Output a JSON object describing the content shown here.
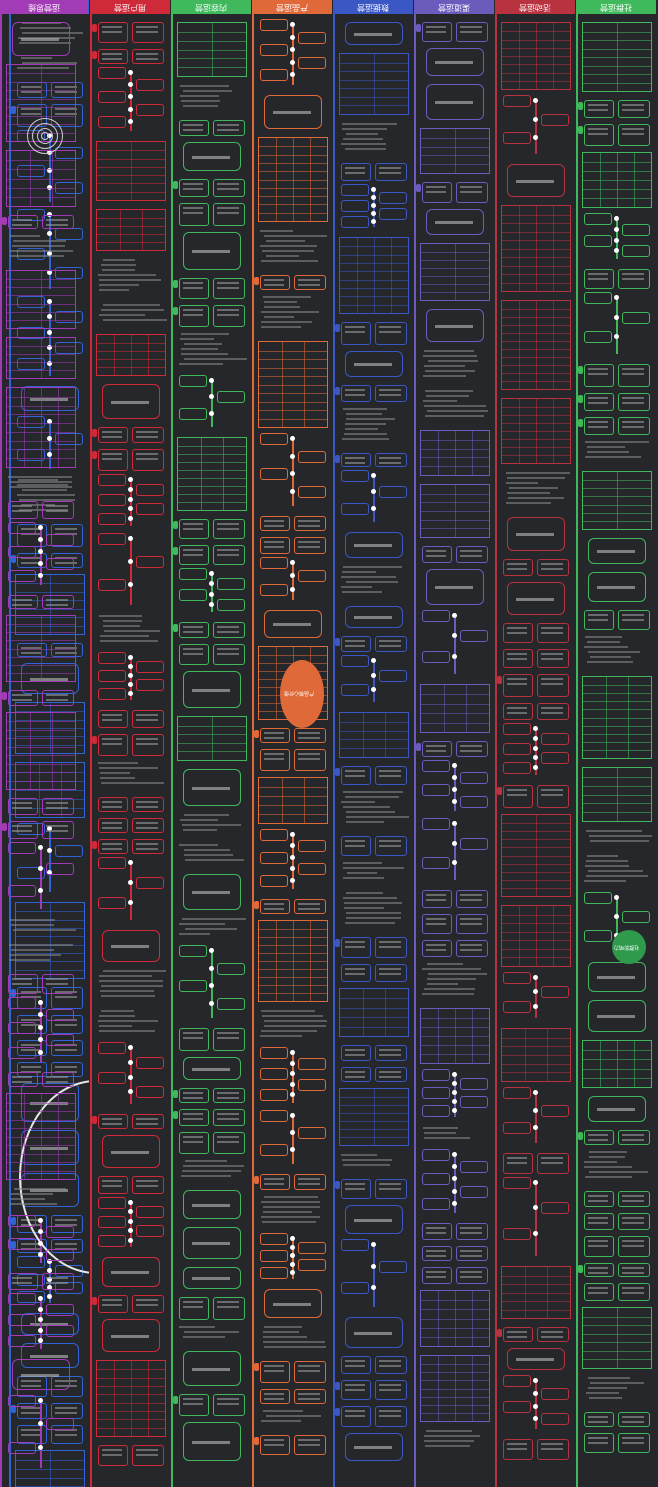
{
  "columns": [
    {
      "id": "c1",
      "title": "社群运营",
      "color": "#3fb95c"
    },
    {
      "id": "c2",
      "title": "活动运营",
      "color": "#b8323f"
    },
    {
      "id": "c3",
      "title": "渠道运营",
      "color": "#6a5bbd"
    },
    {
      "id": "c4",
      "title": "数据运营",
      "color": "#3b57c4"
    },
    {
      "id": "c5",
      "title": "产品运营",
      "color": "#e0693a"
    },
    {
      "id": "c6",
      "title": "内容运营",
      "color": "#3fb95c"
    },
    {
      "id": "c7",
      "title": "用户运营",
      "color": "#cf2a3a"
    },
    {
      "id": "c8",
      "title": "电商运营",
      "color": "#2f63d6"
    },
    {
      "id": "c9",
      "title": "运营思维",
      "color": "#a23bb6"
    }
  ],
  "highlights": {
    "c1_circle": "社群影响力",
    "c5_oval": "产品核心价值"
  },
  "colors": {
    "background": "#25272b",
    "text": "#bfbfbf",
    "white": "#ffffff"
  }
}
